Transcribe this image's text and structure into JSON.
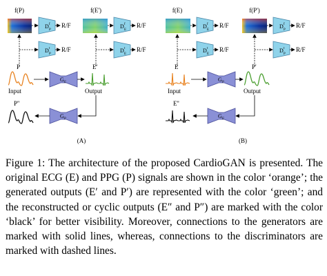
{
  "figure": {
    "panel_a": {
      "spec_fp_label": "f(P)",
      "spec_fe_label": "f(E')",
      "dpf_label": "D",
      "dpf_sup": "f",
      "dpf_sub": "P",
      "def_label": "D",
      "def_sup": "f",
      "def_sub": "E",
      "dpt_label": "D",
      "dpt_sup": "t",
      "dpt_sub": "P",
      "det_label": "D",
      "det_sup": "t",
      "det_sub": "E",
      "rf1": "R/F",
      "rf2": "R/F",
      "rf3": "R/F",
      "rf4": "R/F",
      "input_symbol": "P",
      "input_label": "Input",
      "gen_forward_label": "G",
      "gen_forward_sub": "E",
      "output_symbol": "E'",
      "output_label": "Output",
      "gen_back_label": "G",
      "gen_back_sub": "P",
      "cyclic_symbol": "P''",
      "panel_label": "(A)"
    },
    "panel_b": {
      "spec_fe_label": "f(E)",
      "spec_fp_label": "f(P')",
      "def_label": "D",
      "def_sup": "f",
      "def_sub": "E",
      "dpf_label": "D",
      "dpf_sup": "f",
      "dpf_sub": "P",
      "det_label": "D",
      "det_sup": "t",
      "det_sub": "E",
      "dpt_label": "D",
      "dpt_sup": "t",
      "dpt_sub": "P",
      "rf1": "R/F",
      "rf2": "R/F",
      "rf3": "R/F",
      "rf4": "R/F",
      "input_symbol": "E",
      "input_label": "Input",
      "gen_forward_label": "G",
      "gen_forward_sub": "P",
      "output_symbol": "P'",
      "output_label": "Output",
      "gen_back_label": "G",
      "gen_back_sub": "E",
      "cyclic_symbol": "E''",
      "panel_label": "(B)"
    },
    "colors": {
      "discriminator": "#8fd3ea",
      "discriminator_stroke": "#4a86a8",
      "generator": "#8a90d6",
      "generator_stroke": "#4b4f9a",
      "signal_input": "#e8821f",
      "signal_output": "#4a9e2f",
      "signal_cyclic": "#111111"
    }
  },
  "caption": {
    "text": "Figure 1: The architecture of the proposed CardioGAN is presented. The original ECG (E) and PPG (P) signals are shown in the color ‘orange’; the generated outputs (E′ and P′) are represented with the color ‘green’; and the reconstructed or cyclic outputs (E″ and P″) are marked with the color ‘black’ for better visibility. Moreover, connections to the generators are marked with solid lines, whereas, connections to the discriminators are marked with dashed lines."
  }
}
